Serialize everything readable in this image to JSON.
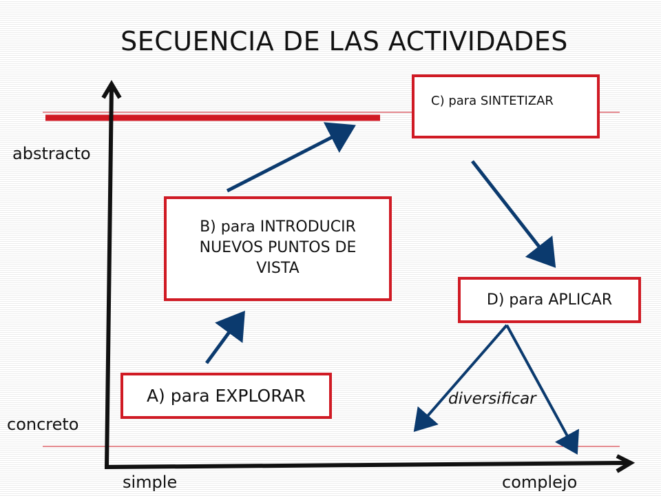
{
  "title": "SECUENCIA DE LAS ACTIVIDADES",
  "axis": {
    "y_top": "abstracto",
    "y_bottom": "concreto",
    "x_left": "simple",
    "x_right": "complejo"
  },
  "boxes": {
    "a": "A) para EXPLORAR",
    "b": "B) para INTRODUCIR NUEVOS PUNTOS DE VISTA",
    "c": "C) para SINTETIZAR",
    "d": "D) para APLICAR"
  },
  "annotation": "diversificar",
  "colors": {
    "box_border": "#d01a24",
    "arrow": "#0b3a6e",
    "axis": "#111111",
    "level_line": "#d01a24"
  }
}
